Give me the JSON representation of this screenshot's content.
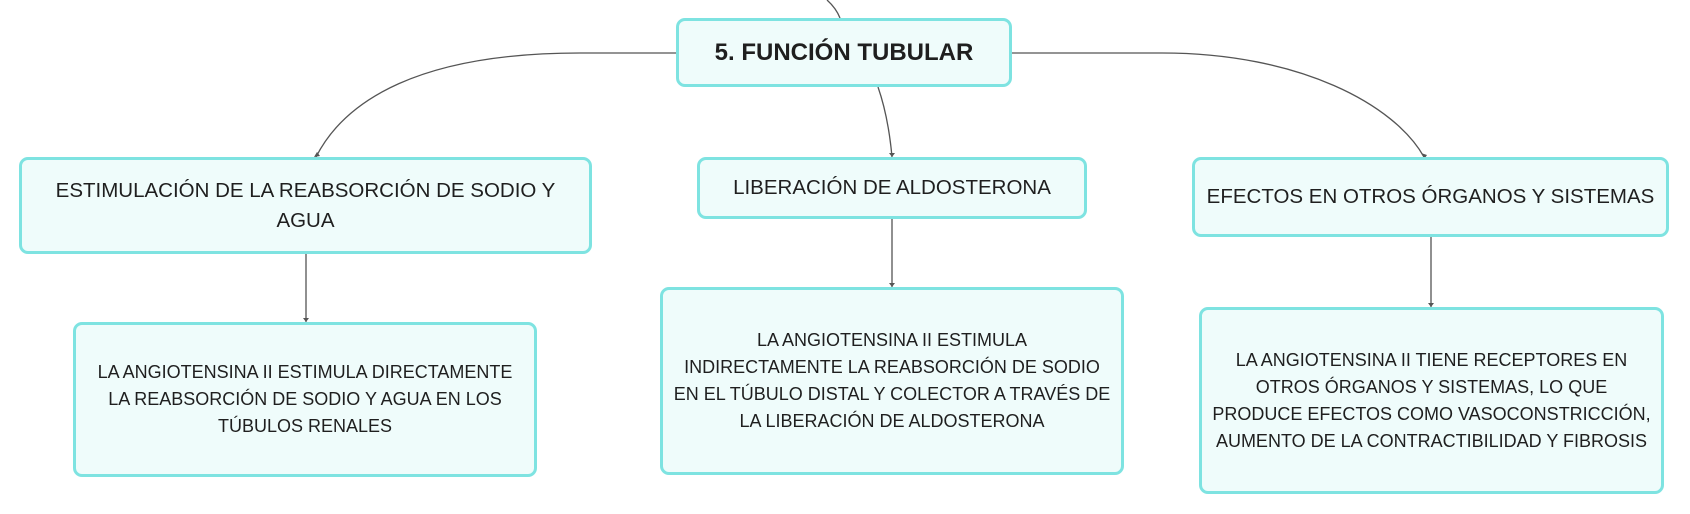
{
  "root": {
    "label": "5. FUNCIÓN TUBULAR"
  },
  "branches": [
    {
      "title": "ESTIMULACIÓN DE LA REABSORCIÓN DE SODIO Y\nAGUA",
      "detail": "LA ANGIOTENSINA II ESTIMULA DIRECTAMENTE\nLA REABSORCIÓN DE SODIO Y AGUA EN LOS\nTÚBULOS RENALES"
    },
    {
      "title": "LIBERACIÓN DE ALDOSTERONA",
      "detail": "LA ANGIOTENSINA II ESTIMULA\nINDIRECTAMENTE LA REABSORCIÓN DE SODIO\nEN EL TÚBULO DISTAL Y COLECTOR A TRAVÉS DE\nLA LIBERACIÓN DE ALDOSTERONA"
    },
    {
      "title": "EFECTOS EN OTROS ÓRGANOS Y SISTEMAS",
      "detail": "LA ANGIOTENSINA II TIENE RECEPTORES EN\nOTROS ÓRGANOS Y SISTEMAS, LO QUE\nPRODUCE EFECTOS COMO VASOCONSTRICCIÓN,\nAUMENTO DE LA CONTRACTIBILIDAD Y FIBROSIS"
    }
  ],
  "colors": {
    "node_border": "#7ee3e1",
    "node_fill": "#effcfb",
    "connector": "#555555",
    "text": "#1f1f1f"
  }
}
